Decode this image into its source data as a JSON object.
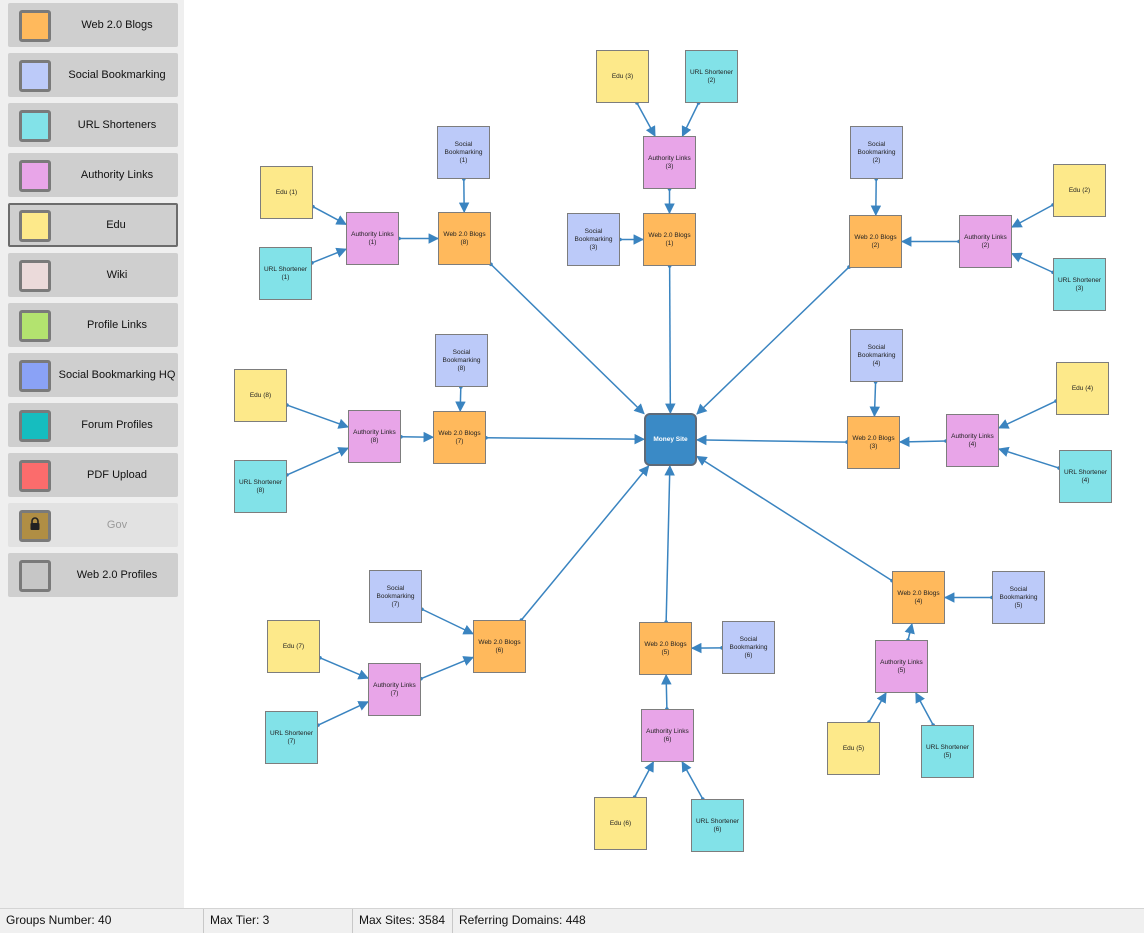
{
  "palette": [
    {
      "label": "Web 2.0 Blogs",
      "color": "#ffb95c"
    },
    {
      "label": "Social Bookmarking",
      "color": "#bccaf9"
    },
    {
      "label": "URL Shorteners",
      "color": "#82e2e8"
    },
    {
      "label": "Authority Links",
      "color": "#e8a5e8"
    },
    {
      "label": "Edu",
      "color": "#fde98a",
      "selected": true
    },
    {
      "label": "Wiki",
      "color": "#ebdada"
    },
    {
      "label": "Profile Links",
      "color": "#b3e36f"
    },
    {
      "label": "Social Bookmarking HQ",
      "color": "#8aa2f6"
    },
    {
      "label": "Forum Profiles",
      "color": "#16bdbf"
    },
    {
      "label": "PDF Upload",
      "color": "#fb6c6c"
    },
    {
      "label": "Gov",
      "color": "#b08e44",
      "locked": true,
      "icon": "lock-icon"
    },
    {
      "label": "Web 2.0 Profiles",
      "color": "#c6c6c6"
    }
  ],
  "colors": {
    "web20": "#ffb95c",
    "social": "#bccaf9",
    "url": "#82e2e8",
    "authority": "#e8a5e8",
    "edu": "#fde98a",
    "money": "#3a8ac6",
    "edge": "#3a84c0"
  },
  "diagram": {
    "nodes": [
      {
        "id": "money",
        "label": "Money Site",
        "type": "money"
      },
      {
        "id": "w1",
        "label": "Web 2.0 Blogs (1)",
        "type": "web20"
      },
      {
        "id": "w2",
        "label": "Web 2.0 Blogs (2)",
        "type": "web20"
      },
      {
        "id": "w3",
        "label": "Web 2.0 Blogs (3)",
        "type": "web20"
      },
      {
        "id": "w4",
        "label": "Web 2.0 Blogs (4)",
        "type": "web20"
      },
      {
        "id": "w5",
        "label": "Web 2.0 Blogs (5)",
        "type": "web20"
      },
      {
        "id": "w6",
        "label": "Web 2.0 Blogs (6)",
        "type": "web20"
      },
      {
        "id": "w7",
        "label": "Web 2.0 Blogs (7)",
        "type": "web20"
      },
      {
        "id": "w8",
        "label": "Web 2.0 Blogs (8)",
        "type": "web20"
      },
      {
        "id": "s1",
        "label": "Social Bookmarking (1)",
        "type": "social"
      },
      {
        "id": "s2",
        "label": "Social Bookmarking (2)",
        "type": "social"
      },
      {
        "id": "s3",
        "label": "Social Bookmarking (3)",
        "type": "social"
      },
      {
        "id": "s4",
        "label": "Social Bookmarking (4)",
        "type": "social"
      },
      {
        "id": "s5",
        "label": "Social Bookmarking (5)",
        "type": "social"
      },
      {
        "id": "s6",
        "label": "Social Bookmarking (6)",
        "type": "social"
      },
      {
        "id": "s7",
        "label": "Social Bookmarking (7)",
        "type": "social"
      },
      {
        "id": "s8",
        "label": "Social Bookmarking (8)",
        "type": "social"
      },
      {
        "id": "a1",
        "label": "Authority Links (1)",
        "type": "authority"
      },
      {
        "id": "a2",
        "label": "Authority Links (2)",
        "type": "authority"
      },
      {
        "id": "a3",
        "label": "Authority Links (3)",
        "type": "authority"
      },
      {
        "id": "a4",
        "label": "Authority Links (4)",
        "type": "authority"
      },
      {
        "id": "a5",
        "label": "Authority Links (5)",
        "type": "authority"
      },
      {
        "id": "a6",
        "label": "Authority Links (6)",
        "type": "authority"
      },
      {
        "id": "a7",
        "label": "Authority Links (7)",
        "type": "authority"
      },
      {
        "id": "a8",
        "label": "Authority Links (8)",
        "type": "authority"
      },
      {
        "id": "e1",
        "label": "Edu (1)",
        "type": "edu"
      },
      {
        "id": "e2",
        "label": "Edu (2)",
        "type": "edu"
      },
      {
        "id": "e3",
        "label": "Edu (3)",
        "type": "edu"
      },
      {
        "id": "e4",
        "label": "Edu (4)",
        "type": "edu"
      },
      {
        "id": "e5",
        "label": "Edu (5)",
        "type": "edu"
      },
      {
        "id": "e6",
        "label": "Edu (6)",
        "type": "edu"
      },
      {
        "id": "e7",
        "label": "Edu (7)",
        "type": "edu"
      },
      {
        "id": "e8",
        "label": "Edu (8)",
        "type": "edu"
      },
      {
        "id": "u1",
        "label": "URL Shortener (1)",
        "type": "url"
      },
      {
        "id": "u2",
        "label": "URL Shortener (2)",
        "type": "url"
      },
      {
        "id": "u3",
        "label": "URL Shortener (3)",
        "type": "url"
      },
      {
        "id": "u4",
        "label": "URL Shortener (4)",
        "type": "url"
      },
      {
        "id": "u5",
        "label": "URL Shortener (5)",
        "type": "url"
      },
      {
        "id": "u6",
        "label": "URL Shortener (6)",
        "type": "url"
      },
      {
        "id": "u7",
        "label": "URL Shortener (7)",
        "type": "url"
      },
      {
        "id": "u8",
        "label": "URL Shortener (8)",
        "type": "url"
      }
    ],
    "edges": [
      [
        "w1",
        "money"
      ],
      [
        "w2",
        "money"
      ],
      [
        "w3",
        "money"
      ],
      [
        "w4",
        "money"
      ],
      [
        "w5",
        "money"
      ],
      [
        "w6",
        "money"
      ],
      [
        "w7",
        "money"
      ],
      [
        "w8",
        "money"
      ],
      [
        "s1",
        "w8"
      ],
      [
        "a1",
        "w8"
      ],
      [
        "e1",
        "a1"
      ],
      [
        "u1",
        "a1"
      ],
      [
        "e3",
        "a3"
      ],
      [
        "u2",
        "a3"
      ],
      [
        "a3",
        "w1"
      ],
      [
        "s3",
        "w1"
      ],
      [
        "s2",
        "w2"
      ],
      [
        "a2",
        "w2"
      ],
      [
        "e2",
        "a2"
      ],
      [
        "u3",
        "a2"
      ],
      [
        "s8",
        "w7"
      ],
      [
        "a8",
        "w7"
      ],
      [
        "e8",
        "a8"
      ],
      [
        "u8",
        "a8"
      ],
      [
        "s4",
        "w3"
      ],
      [
        "a4",
        "w3"
      ],
      [
        "e4",
        "a4"
      ],
      [
        "u4",
        "a4"
      ],
      [
        "s7",
        "w6"
      ],
      [
        "a7",
        "w6"
      ],
      [
        "e7",
        "a7"
      ],
      [
        "u7",
        "a7"
      ],
      [
        "s6",
        "w5"
      ],
      [
        "a6",
        "w5"
      ],
      [
        "e6",
        "a6"
      ],
      [
        "u6",
        "a6"
      ],
      [
        "s5",
        "w4"
      ],
      [
        "a5",
        "w4"
      ],
      [
        "e5",
        "a5"
      ],
      [
        "u5",
        "a5"
      ]
    ]
  },
  "status": {
    "groups": "Groups Number: 40",
    "max_tier": "Max Tier: 3",
    "max_sites": "Max Sites: 3584",
    "referring": "Referring Domains: 448"
  }
}
